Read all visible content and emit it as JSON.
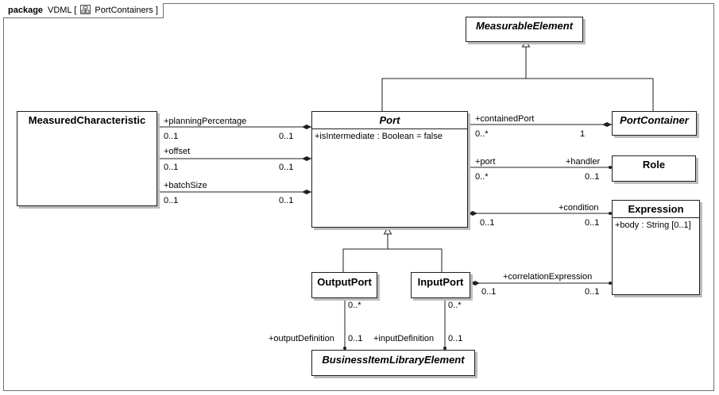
{
  "package": {
    "keyword": "package",
    "name": "VDML [",
    "diagram_name": "PortContainers",
    "close": "]",
    "diagram_icon": "class-diagram-icon"
  },
  "classes": {
    "measurable_element": {
      "name": "MeasurableElement",
      "abstract": true
    },
    "port_container": {
      "name": "PortContainer",
      "abstract": true
    },
    "measured_characteristic": {
      "name": "MeasuredCharacteristic",
      "abstract": false
    },
    "port": {
      "name": "Port",
      "abstract": true,
      "attributes": [
        "+isIntermediate : Boolean = false"
      ]
    },
    "role": {
      "name": "Role",
      "abstract": false
    },
    "expression": {
      "name": "Expression",
      "abstract": false,
      "attributes": [
        "+body : String [0..1]"
      ]
    },
    "output_port": {
      "name": "OutputPort",
      "abstract": false
    },
    "input_port": {
      "name": "InputPort",
      "abstract": false
    },
    "business_item_library_element": {
      "name": "BusinessItemLibraryElement",
      "abstract": true
    }
  },
  "associations": {
    "planning_percentage": {
      "role": "+planningPercentage",
      "near_mult": "0..1",
      "far_mult": "0..1"
    },
    "offset": {
      "role": "+offset",
      "near_mult": "0..1",
      "far_mult": "0..1"
    },
    "batch_size": {
      "role": "+batchSize",
      "near_mult": "0..1",
      "far_mult": "0..1"
    },
    "contained_port": {
      "role": "+containedPort",
      "port_mult": "0..*",
      "container_mult": "1"
    },
    "port_handler": {
      "port_role": "+port",
      "port_mult": "0..*",
      "handler_role": "+handler",
      "handler_mult": "0..1"
    },
    "condition": {
      "role": "+condition",
      "port_mult": "0..1",
      "expr_mult": "0..1"
    },
    "correlation_expression": {
      "role": "+correlationExpression",
      "input_mult": "0..1",
      "expr_mult": "0..1"
    },
    "output_definition": {
      "role": "+outputDefinition",
      "port_mult": "0..*",
      "target_mult": "0..1"
    },
    "input_definition": {
      "role": "+inputDefinition",
      "port_mult": "0..*",
      "target_mult": "0..1"
    }
  },
  "colors": {
    "line": "#1f1f1f",
    "shadow": "#bdbdbd",
    "frame": "#6f6f6f"
  }
}
